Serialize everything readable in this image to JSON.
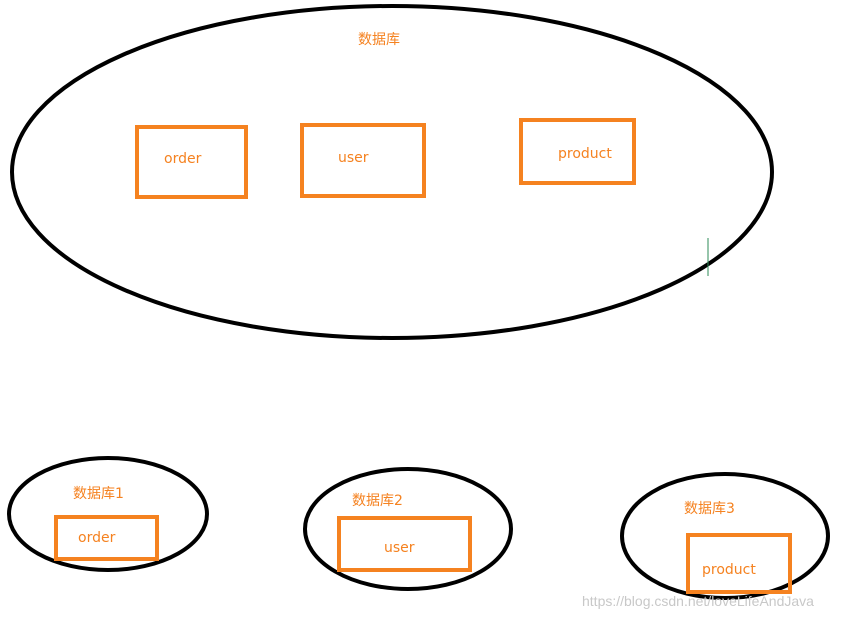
{
  "colors": {
    "label": "#f58220",
    "table_border": "#f58220",
    "database_border": "#000000",
    "watermark": "#c8c8c8",
    "cursor_mark": "#2e8b57"
  },
  "top_database": {
    "label": "数据库",
    "tables": [
      "order",
      "user",
      "product"
    ]
  },
  "split_databases": [
    {
      "label": "数据库1",
      "table": "order"
    },
    {
      "label": "数据库2",
      "table": "user"
    },
    {
      "label": "数据库3",
      "table": "product"
    }
  ],
  "watermark": "https://blog.csdn.net/loveLifeAndJava"
}
